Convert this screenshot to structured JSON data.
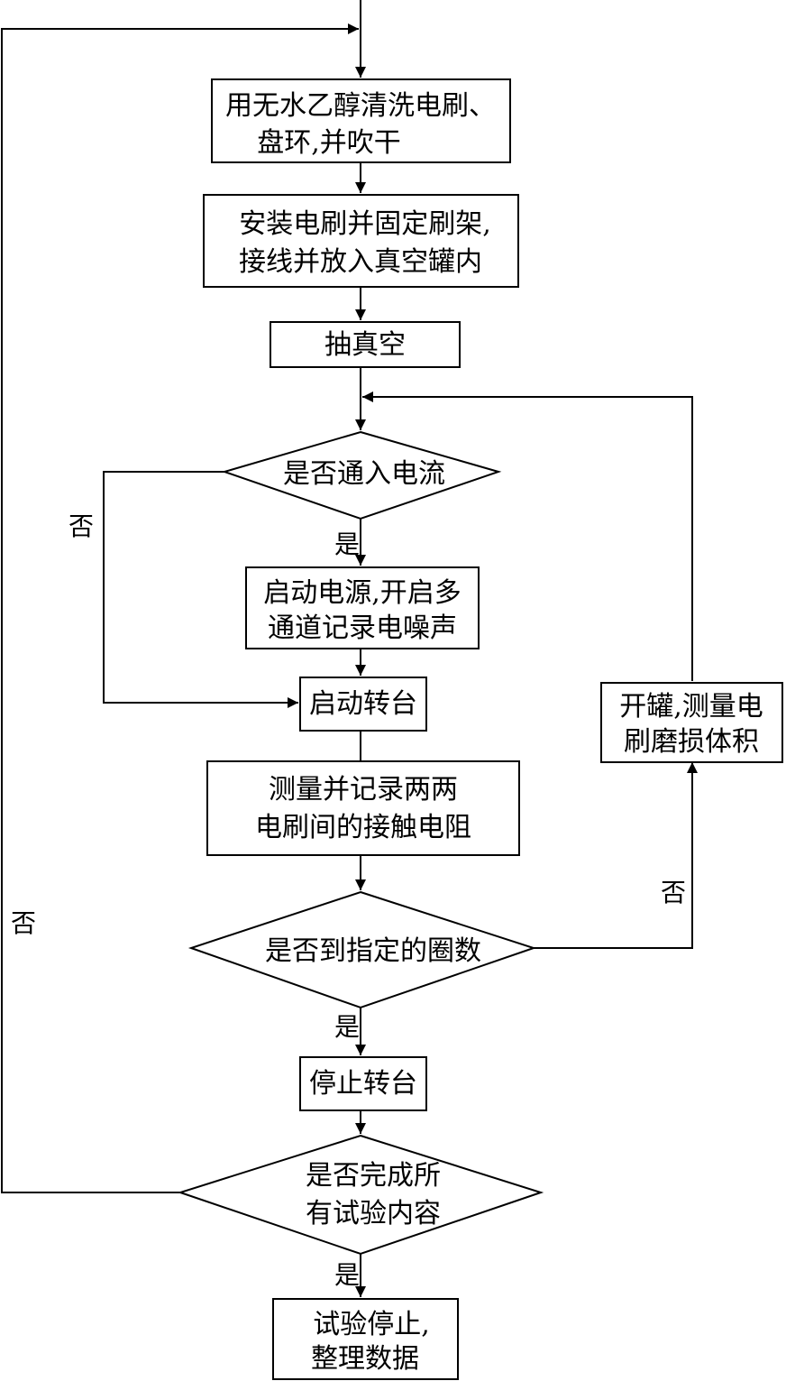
{
  "nodes": {
    "clean": {
      "line1": "用无水乙醇清洗电刷、",
      "line2": "盘环,并吹干"
    },
    "install": {
      "line1": "安装电刷并固定刷架,",
      "line2": "接线并放入真空罐内"
    },
    "vacuum": {
      "line1": "抽真空"
    },
    "current_decision": {
      "line1": "是否通入电流"
    },
    "power_on": {
      "line1": "启动电源,开启多",
      "line2": "通道记录电噪声"
    },
    "start_turntable": {
      "line1": "启动转台"
    },
    "measure_resistance": {
      "line1": "测量并记录两两",
      "line2": "电刷间的接触电阻"
    },
    "laps_decision": {
      "line1": "是否到指定的圈数"
    },
    "open_tank": {
      "line1": "开罐,测量电",
      "line2": "刷磨损体积"
    },
    "stop_turntable": {
      "line1": "停止转台"
    },
    "complete_decision": {
      "line1": "是否完成所",
      "line2": "有试验内容"
    },
    "end": {
      "line1": "试验停止,",
      "line2": "整理数据"
    }
  },
  "edges": {
    "current_no": "否",
    "current_yes": "是",
    "laps_no": "否",
    "laps_yes": "是",
    "complete_no": "否",
    "complete_yes": "是"
  }
}
